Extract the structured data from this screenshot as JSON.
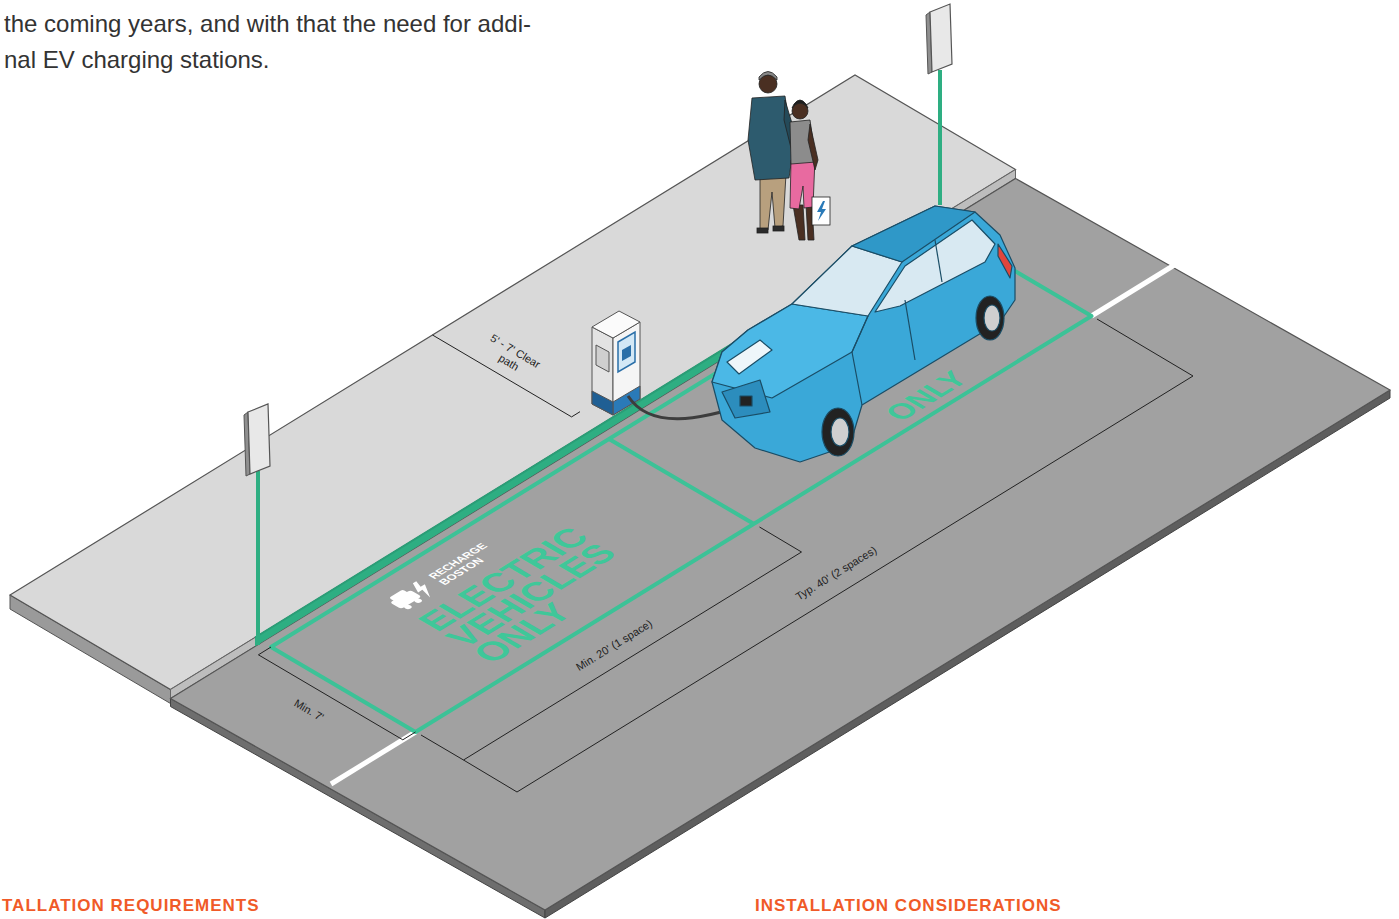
{
  "diagram": {
    "labels": [
      "the coming years, and with that the need for addi- nal EV charging stations.",
      "5' - 7' Clear path",
      "RECHARGE BOSTON",
      "ELECTRIC VEHICLES ONLY",
      "ONLY",
      "Min. 20' (1 space)",
      "Typ. 40' (2 spaces)",
      "Min. 7'",
      "TALLATION REQUIREMENTS",
      "INSTALLATION CONSIDERATIONS"
    ]
  }
}
